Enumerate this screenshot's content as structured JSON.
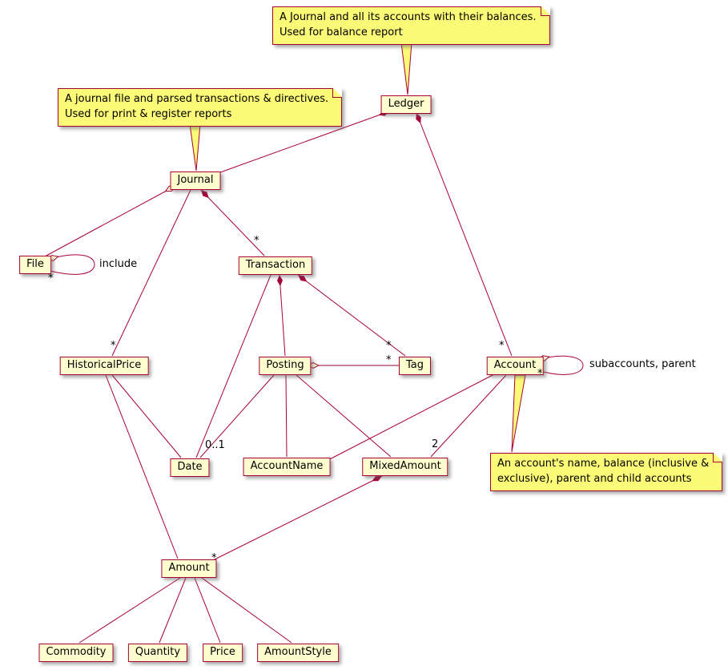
{
  "diagram": {
    "type": "uml-class-diagram",
    "colors": {
      "node_fill": "#FEFECE",
      "note_fill": "#FBFB77",
      "border": "#A80036",
      "text": "#000000"
    },
    "classes": [
      {
        "name": "Ledger"
      },
      {
        "name": "Journal"
      },
      {
        "name": "File"
      },
      {
        "name": "Transaction"
      },
      {
        "name": "HistoricalPrice"
      },
      {
        "name": "Posting"
      },
      {
        "name": "Tag"
      },
      {
        "name": "Account"
      },
      {
        "name": "Date"
      },
      {
        "name": "AccountName"
      },
      {
        "name": "MixedAmount"
      },
      {
        "name": "Amount"
      },
      {
        "name": "Commodity"
      },
      {
        "name": "Quantity"
      },
      {
        "name": "Price"
      },
      {
        "name": "AmountStyle"
      }
    ],
    "notes": [
      {
        "line1": "A Journal and all its accounts with their balances.",
        "line2": "Used for balance report",
        "attached_to": "Ledger"
      },
      {
        "line1": "A journal file and parsed transactions & directives.",
        "line2": "Used for print & register reports",
        "attached_to": "Journal"
      },
      {
        "line1": "An account's name, balance (inclusive &",
        "line2": "exclusive), parent and child accounts",
        "attached_to": "Account"
      }
    ],
    "relationships": [
      {
        "from": "Ledger",
        "to": "Journal",
        "type": "composition"
      },
      {
        "from": "Ledger",
        "to": "Account",
        "type": "composition",
        "multiplicity": "*"
      },
      {
        "from": "Journal",
        "to": "File",
        "type": "aggregation",
        "multiplicity": "*"
      },
      {
        "from": "File",
        "to": "File",
        "type": "aggregation",
        "label": "include"
      },
      {
        "from": "Journal",
        "to": "Transaction",
        "type": "composition",
        "multiplicity": "*"
      },
      {
        "from": "Journal",
        "to": "HistoricalPrice",
        "type": "association",
        "multiplicity": "*"
      },
      {
        "from": "Transaction",
        "to": "Posting",
        "type": "composition"
      },
      {
        "from": "Transaction",
        "to": "Tag",
        "type": "composition",
        "multiplicity": "*"
      },
      {
        "from": "Transaction",
        "to": "Date",
        "type": "association"
      },
      {
        "from": "Posting",
        "to": "Tag",
        "type": "aggregation",
        "multiplicity": "*"
      },
      {
        "from": "Posting",
        "to": "Date",
        "type": "association",
        "multiplicity": "0..1"
      },
      {
        "from": "Posting",
        "to": "AccountName",
        "type": "association"
      },
      {
        "from": "Posting",
        "to": "MixedAmount",
        "type": "association"
      },
      {
        "from": "Account",
        "to": "Account",
        "type": "aggregation",
        "multiplicity": "*",
        "label": "subaccounts, parent"
      },
      {
        "from": "Account",
        "to": "AccountName",
        "type": "association"
      },
      {
        "from": "Account",
        "to": "MixedAmount",
        "type": "association",
        "multiplicity": "2"
      },
      {
        "from": "HistoricalPrice",
        "to": "Date",
        "type": "association"
      },
      {
        "from": "HistoricalPrice",
        "to": "Amount",
        "type": "association"
      },
      {
        "from": "MixedAmount",
        "to": "Amount",
        "type": "composition",
        "multiplicity": "*"
      },
      {
        "from": "Amount",
        "to": "Commodity",
        "type": "association"
      },
      {
        "from": "Amount",
        "to": "Quantity",
        "type": "association"
      },
      {
        "from": "Amount",
        "to": "Price",
        "type": "association"
      },
      {
        "from": "Amount",
        "to": "AmountStyle",
        "type": "association"
      }
    ]
  }
}
